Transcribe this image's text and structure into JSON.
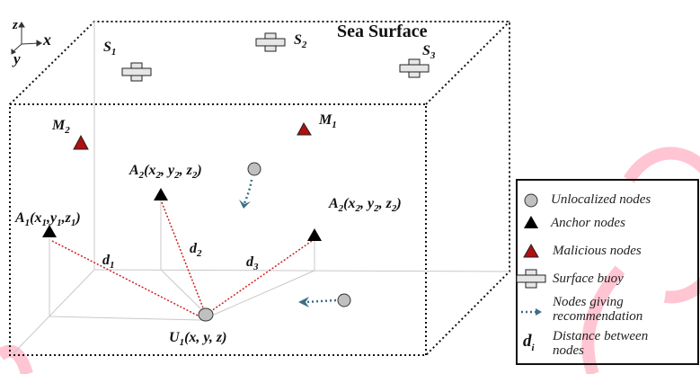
{
  "title": "Sea Surface",
  "axes": {
    "z": "z",
    "x": "x",
    "y": "y"
  },
  "buoys": [
    {
      "name": "S",
      "sub": "1"
    },
    {
      "name": "S",
      "sub": "2"
    },
    {
      "name": "S",
      "sub": "3"
    }
  ],
  "malicious": [
    {
      "name": "M",
      "sub": "1"
    },
    {
      "name": "M",
      "sub": "2"
    }
  ],
  "anchors": {
    "a1": {
      "name": "A",
      "sub": "1",
      "coords": "(x",
      "c1": "1",
      "c2": ",y",
      "c3": "1",
      "c4": ",z",
      "c5": "1",
      "end": ")"
    },
    "a2_top": {
      "name": "A",
      "sub": "2",
      "coords": "(x",
      "c1": "2",
      "c2": ", y",
      "c3": "2",
      "c4": ", z",
      "c5": "2",
      "end": ")"
    },
    "a2_right": {
      "name": "A",
      "sub": "2",
      "coords": "(x",
      "c1": "2",
      "c2": ", y",
      "c3": "2",
      "c4": ", z",
      "c5": "2",
      "end": ")"
    }
  },
  "unlocalized": {
    "name": "U",
    "sub": "1",
    "coords": "(x, y, z)"
  },
  "distances": [
    {
      "name": "d",
      "sub": "1"
    },
    {
      "name": "d",
      "sub": "2"
    },
    {
      "name": "d",
      "sub": "3"
    }
  ],
  "legend": {
    "unlocalized": "Unlocalized nodes",
    "anchor": "Anchor nodes",
    "malicious": "Malicious nodes",
    "buoy": "Surface buoy",
    "recommend_1": "Nodes giving",
    "recommend_2": "recommendation",
    "di_name": "d",
    "di_sub": "i",
    "distance_1": "Distance between",
    "distance_2": "nodes"
  },
  "colors": {
    "malicious": "#b01010",
    "anchor": "#000000",
    "node": "#c0c0c0",
    "arrow": "#3d6e86",
    "distance": "#d02020"
  }
}
